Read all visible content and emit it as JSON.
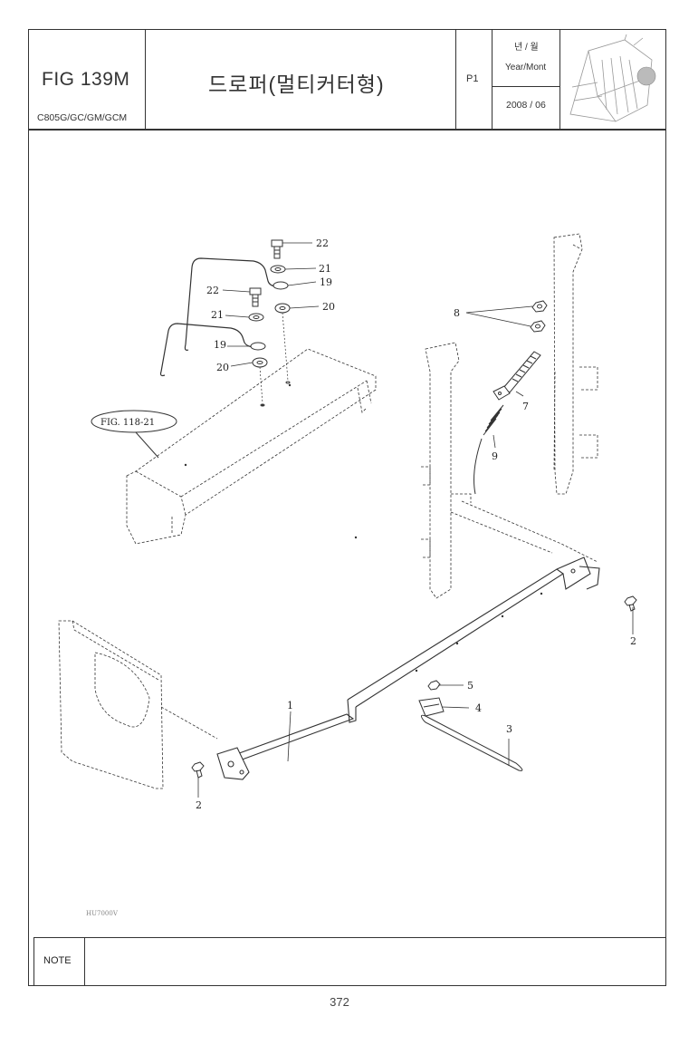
{
  "header": {
    "fig_id": "FIG 139M",
    "models": "C805G/GC/GM/GCM",
    "title": "드로퍼(멀티커터형)",
    "page_code": "P1",
    "year_month_ko": "년 / 월",
    "year_month_en": "Year/Mont",
    "year_month_value": "2008 / 06"
  },
  "diagram": {
    "figure_reference": "FIG. 118-21",
    "drawing_number": "HU7000V",
    "callouts": {
      "c1": "1",
      "c2a": "2",
      "c2b": "2",
      "c3": "3",
      "c4": "4",
      "c5": "5",
      "c7": "7",
      "c8": "8",
      "c9": "9",
      "c19a": "19",
      "c19b": "19",
      "c20a": "20",
      "c20b": "20",
      "c21a": "21",
      "c21b": "21",
      "c22a": "22",
      "c22b": "22"
    }
  },
  "footer": {
    "note_label": "NOTE",
    "page_number": "372"
  }
}
